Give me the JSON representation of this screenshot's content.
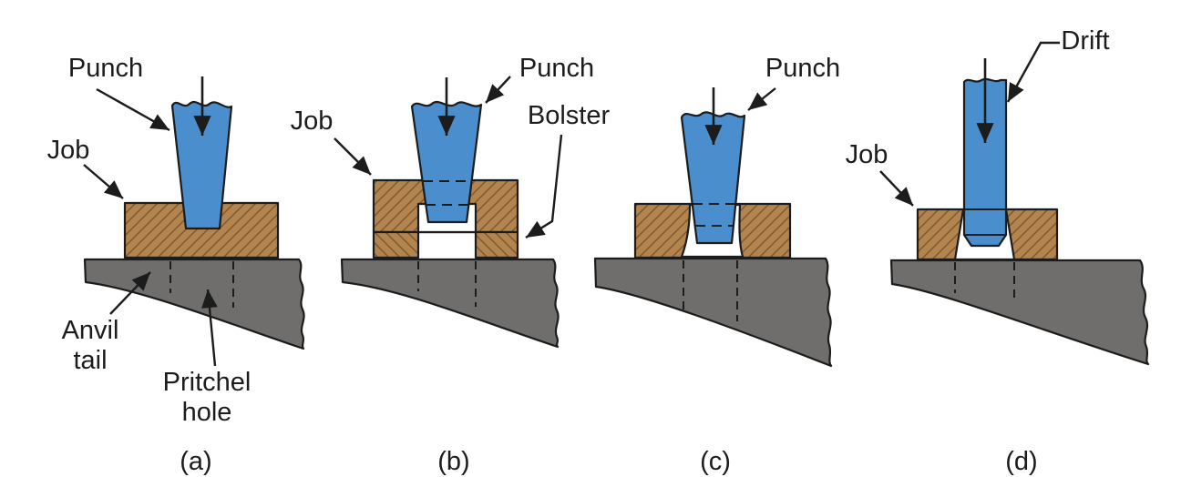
{
  "colors": {
    "punch_blue": "#4a8ecd",
    "job_brown": "#b4844e",
    "hatch_brown": "#7b5a31",
    "anvil_gray": "#6f6e6c",
    "outline": "#1c1c1c",
    "hole_white": "#ffffff"
  },
  "panels": {
    "a": {
      "caption": "(a)",
      "labels": {
        "punch": "Punch",
        "job": "Job",
        "anvil_tail": "Anvil tail",
        "pritchel_hole": "Pritchel hole"
      }
    },
    "b": {
      "caption": "(b)",
      "labels": {
        "punch": "Punch",
        "job": "Job",
        "bolster": "Bolster"
      }
    },
    "c": {
      "caption": "(c)",
      "labels": {
        "punch": "Punch"
      }
    },
    "d": {
      "caption": "(d)",
      "labels": {
        "drift": "Drift",
        "job": "Job"
      }
    }
  }
}
